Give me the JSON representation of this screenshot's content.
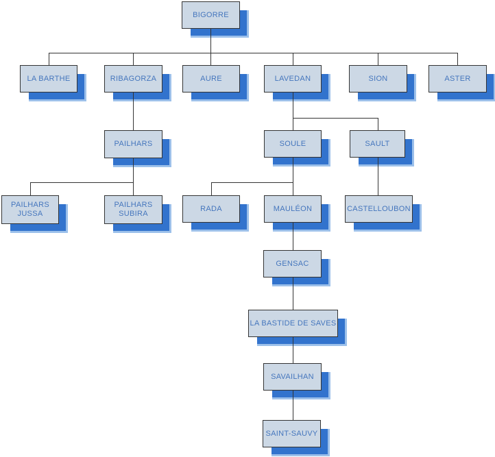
{
  "diagram": {
    "type": "org-chart",
    "description": "Genealogy-style organization chart of rectangular name boxes connected by elbow lines"
  },
  "colors": {
    "background": "#ffffff",
    "node_fill": "#ccd8e5",
    "node_border": "#333333",
    "node_text": "#4576bd",
    "shadow_fill": "#3273cd",
    "shadow_edge": "#9cc0ea",
    "connector_line": "#333333"
  },
  "nodes": [
    {
      "id": "bigorre",
      "label": "BIGORRE",
      "parent": null
    },
    {
      "id": "la-barthe",
      "label": "LA BARTHE",
      "parent": "bigorre"
    },
    {
      "id": "ribagorza",
      "label": "RIBAGORZA",
      "parent": "bigorre"
    },
    {
      "id": "aure",
      "label": "AURE",
      "parent": "bigorre"
    },
    {
      "id": "lavedan",
      "label": "LAVEDAN",
      "parent": "bigorre"
    },
    {
      "id": "sion",
      "label": "SION",
      "parent": "bigorre"
    },
    {
      "id": "aster",
      "label": "ASTER",
      "parent": "bigorre"
    },
    {
      "id": "pailhars",
      "label": "PAILHARS",
      "parent": "ribagorza"
    },
    {
      "id": "soule",
      "label": "SOULE",
      "parent": "lavedan"
    },
    {
      "id": "sault",
      "label": "SAULT",
      "parent": "lavedan"
    },
    {
      "id": "pailhars-jussa",
      "label": "PAILHARS JUSSA",
      "parent": "pailhars"
    },
    {
      "id": "pailhars-subira",
      "label": "PAILHARS SUBIRA",
      "parent": "pailhars"
    },
    {
      "id": "rada",
      "label": "RADA",
      "parent": "soule"
    },
    {
      "id": "mauleon",
      "label": "MAULÉON",
      "parent": "soule"
    },
    {
      "id": "castelloubon",
      "label": "CASTELLOUBON",
      "parent": "sault"
    },
    {
      "id": "gensac",
      "label": "GENSAC",
      "parent": "mauleon"
    },
    {
      "id": "la-bastide-de-saves",
      "label": "LA BASTIDE DE SAVES",
      "parent": "gensac"
    },
    {
      "id": "savailhan",
      "label": "SAVAILHAN",
      "parent": "la-bastide-de-saves"
    },
    {
      "id": "saint-sauvy",
      "label": "SAINT-SAUVY",
      "parent": "savailhan"
    }
  ]
}
